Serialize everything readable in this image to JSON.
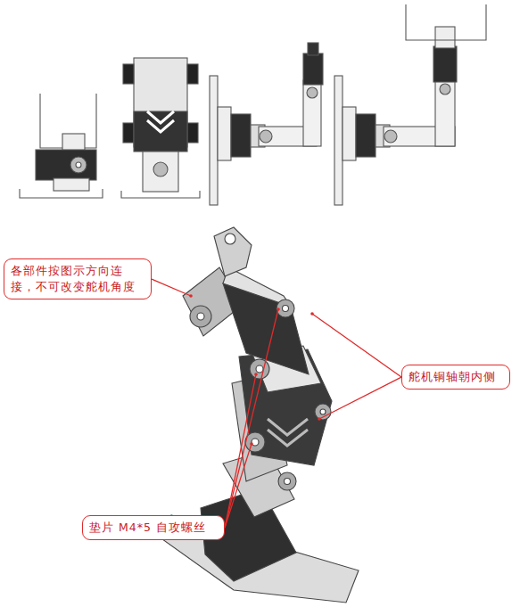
{
  "diagram": {
    "nodes": [
      {
        "text": [
          "各部件按图示方向连接，不可改变舵机角度"
        ]
      },
      {
        "text": [
          "垫片 M4*5 自攻螺丝"
        ]
      },
      {
        "text": [
          "舵机铜轴朝内侧"
        ]
      }
    ],
    "edges": []
  }
}
